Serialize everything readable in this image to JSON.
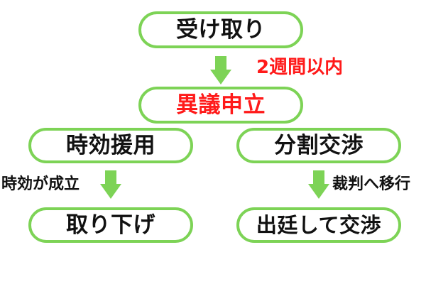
{
  "chart_data": {
    "type": "diagram",
    "title": "",
    "orientation": "top-down",
    "palette": {
      "node_border": "#7DD356",
      "node_fill": "#FFFFFF",
      "arrow": "#7DD356",
      "text_default": "#111111",
      "text_accent": "#FF1A1A",
      "background": "#FFFFFF"
    },
    "nodes": [
      {
        "id": "receive",
        "label": "受け取り",
        "level": 1,
        "column": "center",
        "text_color": "#111111"
      },
      {
        "id": "objection",
        "label": "異議申立",
        "level": 2,
        "column": "center",
        "text_color": "#FF1A1A"
      },
      {
        "id": "prescription",
        "label": "時効援用",
        "level": 3,
        "column": "left",
        "text_color": "#111111"
      },
      {
        "id": "installment",
        "label": "分割交渉",
        "level": 3,
        "column": "right",
        "text_color": "#111111"
      },
      {
        "id": "withdraw",
        "label": "取り下げ",
        "level": 4,
        "column": "left",
        "text_color": "#111111"
      },
      {
        "id": "court",
        "label": "出廷して交渉",
        "level": 4,
        "column": "right",
        "text_color": "#111111"
      }
    ],
    "edges": [
      {
        "from": "receive",
        "to": "objection",
        "label": "2週間以内",
        "label_color": "#FF1A1A",
        "label_side": "right",
        "direction": "down"
      },
      {
        "from": "objection",
        "to": "prescription",
        "label": "",
        "direction": "down"
      },
      {
        "from": "objection",
        "to": "installment",
        "label": "",
        "direction": "down"
      },
      {
        "from": "prescription",
        "to": "withdraw",
        "label": "時効が成立",
        "label_color": "#111111",
        "label_side": "left",
        "direction": "down"
      },
      {
        "from": "installment",
        "to": "court",
        "label": "裁判へ移行",
        "label_color": "#111111",
        "label_side": "right",
        "direction": "down"
      }
    ]
  },
  "nodes": {
    "receive": {
      "label": "受け取り"
    },
    "objection": {
      "label": "異議申立"
    },
    "prescription": {
      "label": "時効援用"
    },
    "installment": {
      "label": "分割交渉"
    },
    "withdraw": {
      "label": "取り下げ"
    },
    "court": {
      "label": "出廷して交渉"
    }
  },
  "edge_labels": {
    "two_weeks": "2週間以内",
    "prescription_established": "時効が成立",
    "move_to_trial": "裁判へ移行"
  }
}
